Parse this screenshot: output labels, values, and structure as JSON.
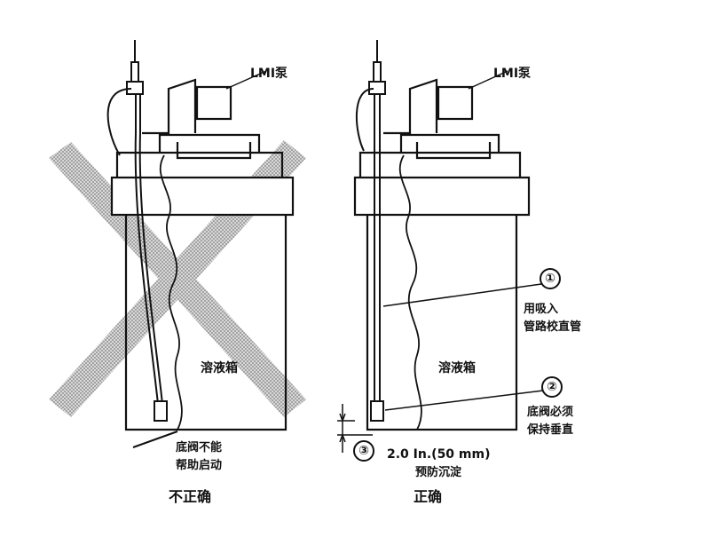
{
  "left_panel": {
    "pump_label": "LMI泵",
    "tank_label": "溶液箱",
    "note_line1": "底阀不能",
    "note_line2": "帮助启动",
    "verdict": "不正确"
  },
  "right_panel": {
    "pump_label": "LMI泵",
    "tank_label": "溶液箱",
    "callout1_number": "①",
    "callout1_line1": "用吸入",
    "callout1_line2": "管路校直管",
    "callout2_number": "②",
    "callout2_line1": "底阀必须",
    "callout2_line2": "保持垂直",
    "callout3_number": "③",
    "dimension_text": "2.0 In.(50 mm)",
    "dimension_note": "预防沉淀",
    "verdict": "正确"
  }
}
